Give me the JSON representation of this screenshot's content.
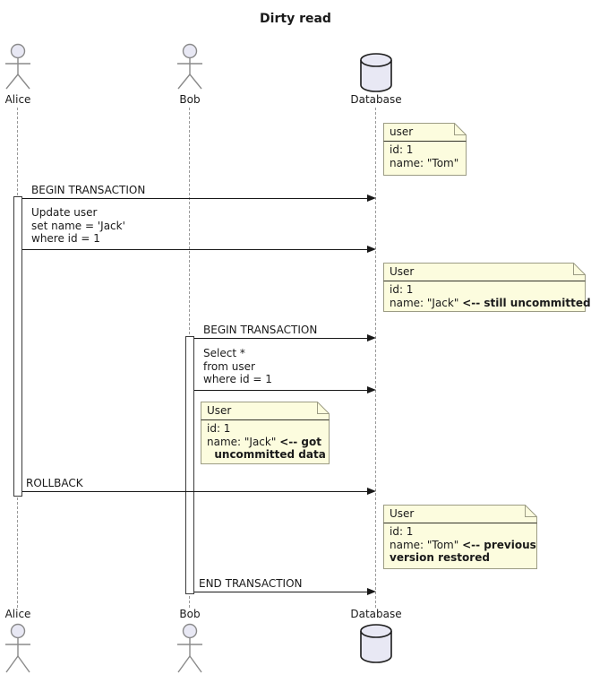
{
  "title": "Dirty read",
  "participants": [
    {
      "name": "Alice",
      "type": "actor"
    },
    {
      "name": "Bob",
      "type": "actor"
    },
    {
      "name": "Database",
      "type": "database"
    }
  ],
  "messages": [
    {
      "from": "Alice",
      "to": "Database",
      "label": "BEGIN TRANSACTION"
    },
    {
      "from": "Alice",
      "to": "Database",
      "lines": [
        "Update user",
        "set name = 'Jack'",
        "where id = 1"
      ]
    },
    {
      "from": "Bob",
      "to": "Database",
      "label": "BEGIN TRANSACTION"
    },
    {
      "from": "Bob",
      "to": "Database",
      "lines": [
        "Select *",
        "from user",
        "where id = 1"
      ]
    },
    {
      "from": "Alice",
      "to": "Database",
      "label": "ROLLBACK"
    },
    {
      "from": "Bob",
      "to": "Database",
      "label": "END TRANSACTION"
    }
  ],
  "notes": [
    {
      "title": "user",
      "lines": [
        [
          {
            "t": "id: 1"
          }
        ],
        [
          {
            "t": "name: \"Tom\""
          }
        ]
      ]
    },
    {
      "title": "User",
      "lines": [
        [
          {
            "t": "id: 1"
          }
        ],
        [
          {
            "t": "name: \"Jack\" "
          },
          {
            "t": "<-- still uncommitted",
            "b": true
          }
        ]
      ]
    },
    {
      "title": "User",
      "lines": [
        [
          {
            "t": "id: 1"
          }
        ],
        [
          {
            "t": "name: \"Jack\" "
          },
          {
            "t": "<-- got",
            "b": true
          }
        ],
        [
          {
            "t": "  uncommitted data",
            "b": true
          }
        ]
      ]
    },
    {
      "title": "User",
      "lines": [
        [
          {
            "t": "id: 1"
          }
        ],
        [
          {
            "t": "name: \"Tom\" "
          },
          {
            "t": "<-- previous",
            "b": true
          }
        ],
        [
          {
            "t": "version restored",
            "b": true
          }
        ]
      ]
    }
  ],
  "colors": {
    "note_bg": "#FCFCDE",
    "note_border": "#9C9C84",
    "actor_fill": "#E8E8F4",
    "actor_stroke": "#8A8A8A",
    "lifeline": "#9A9A9A",
    "arrow": "#181818"
  }
}
